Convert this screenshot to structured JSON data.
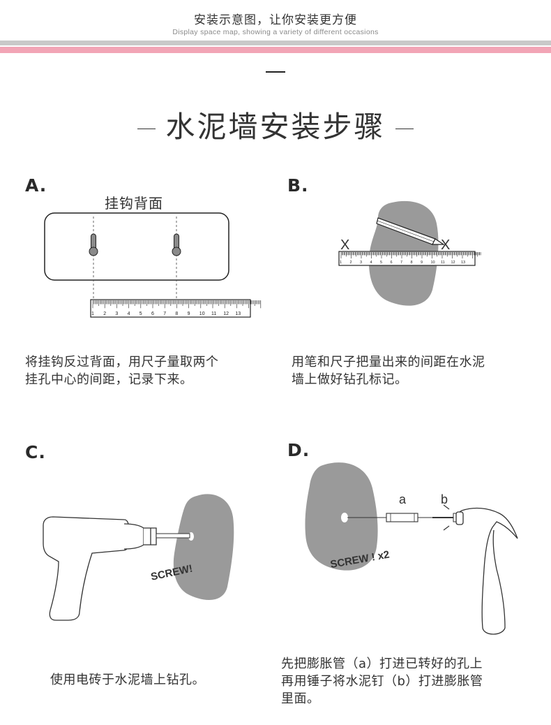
{
  "header": {
    "title": "安装示意图，让你安装更方便",
    "subtitle": "Display space map, showing a variety of different occasions"
  },
  "main_title": "水泥墙安装步骤",
  "steps": [
    {
      "letter": "A.",
      "figure_label": "挂钩背面",
      "ruler_numbers": [
        "1",
        "2",
        "3",
        "4",
        "5",
        "6",
        "7",
        "8",
        "9",
        "10",
        "11",
        "12",
        "13"
      ],
      "description": [
        "将挂钩反过背面，用尺子量取两个",
        "挂孔中心的间距，记录下来。"
      ]
    },
    {
      "letter": "B.",
      "mark_left": "X",
      "mark_right": "X",
      "ruler_numbers": [
        "1",
        "2",
        "3",
        "4",
        "5",
        "6",
        "7",
        "8",
        "9",
        "10",
        "11",
        "12",
        "13"
      ],
      "description": [
        "用笔和尺子把量出来的间距在水泥",
        "墙上做好钻孔标记。"
      ]
    },
    {
      "letter": "C.",
      "screw_text": "SCREW!",
      "description": [
        "使用电砖于水泥墙上钻孔。"
      ]
    },
    {
      "letter": "D.",
      "label_a": "a",
      "label_b": "b",
      "screw_text": "SCREW ! x2",
      "description": [
        "先把膨胀管（a）打进已转好的孔上",
        "再用锤子将水泥钉（b）打进膨胀管",
        "里面。"
      ]
    }
  ],
  "colors": {
    "pink_bar": "#f2a5b6",
    "gray_bar": "#c9c9c9",
    "wall_gray": "#9a9a9a",
    "text": "#333333"
  }
}
